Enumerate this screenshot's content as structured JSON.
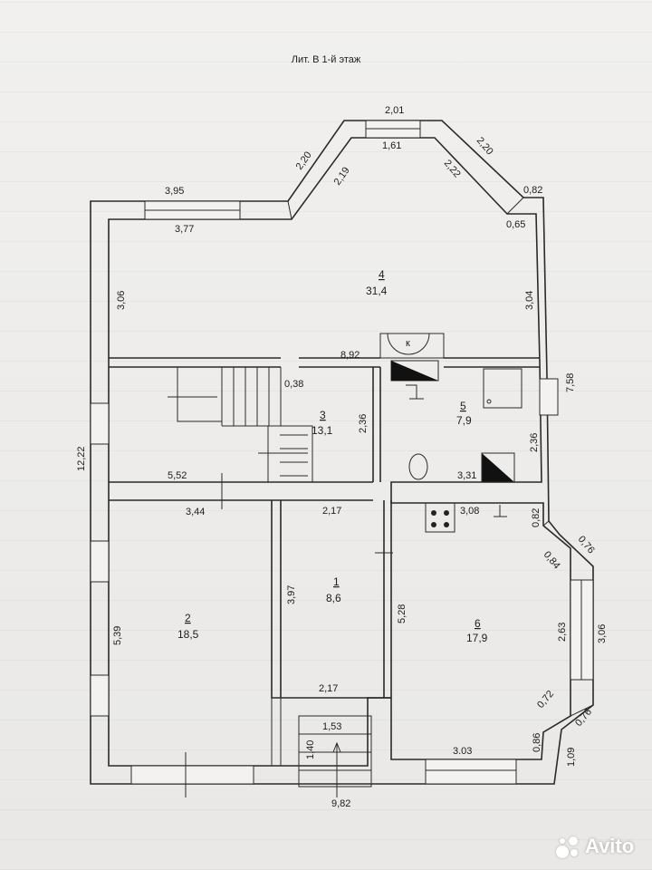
{
  "title": "Лит. В  1-й этаж",
  "rooms": {
    "r1": {
      "num": "1",
      "area": "8,6"
    },
    "r2": {
      "num": "2",
      "area": "18,5"
    },
    "r3": {
      "num": "3",
      "area": "13,1"
    },
    "r4": {
      "num": "4",
      "area": "31,4"
    },
    "r5": {
      "num": "5",
      "area": "7,9"
    },
    "r6": {
      "num": "6",
      "area": "17,9"
    }
  },
  "dims": {
    "d_2_01": "2,01",
    "d_1_61": "1,61",
    "d_2_20_l": "2,20",
    "d_2_19": "2,19",
    "d_2_20_r": "2,20",
    "d_2_22": "2,22",
    "d_3_95": "3,95",
    "d_3_77": "3,77",
    "d_0_82_top": "0,82",
    "d_0_65": "0,65",
    "d_3_06_left": "3,06",
    "d_3_04": "3,04",
    "d_8_92": "8,92",
    "d_0_38": "0,38",
    "d_2_36_a": "2,36",
    "d_7_58": "7,58",
    "d_2_36_b": "2,36",
    "d_3_31": "3,31",
    "d_12_22": "12,22",
    "d_5_52": "5,52",
    "d_3_44": "3,44",
    "d_2_17_top": "2,17",
    "d_3_08": "3,08",
    "d_0_82_right": "0,82",
    "d_0_76_top": "0,76",
    "d_0_84": "0,84",
    "d_3_97": "3,97",
    "d_5_28": "5,28",
    "d_5_39": "5,39",
    "d_2_63": "2,63",
    "d_3_06_right": "3,06",
    "d_2_17_bottom": "2,17",
    "d_0_72": "0,72",
    "d_0_76_bottom": "0,76",
    "d_1_53": "1,53",
    "d_1_40": "1,40",
    "d_0_86": "0,86",
    "d_3_03": "3.03",
    "d_1_09": "1,09",
    "d_9_82": "9,82"
  },
  "fixture_k": "к",
  "watermark": "Avito"
}
